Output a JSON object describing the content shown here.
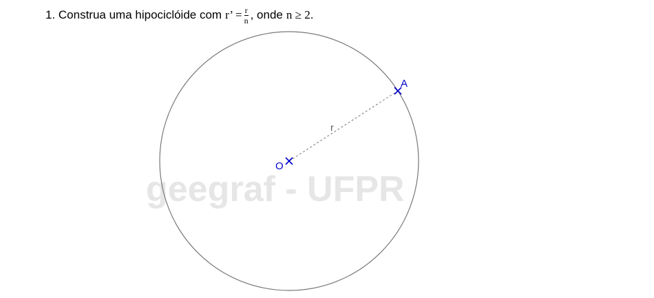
{
  "statement": {
    "prefix": "1. Construa uma hipociclóide com",
    "r_prime": "r’ =",
    "frac_num": "r",
    "frac_den": "n",
    "middle": ", onde",
    "condition": "n ≥ 2",
    "suffix": "."
  },
  "figure": {
    "watermark": "geegraf - UFPR",
    "center_label": "O",
    "point_label": "A",
    "radius_label": "r",
    "colors": {
      "circle": "#777777",
      "radius_line": "#777777",
      "points": "#0000cc",
      "watermark": "#e6e6e6"
    }
  }
}
